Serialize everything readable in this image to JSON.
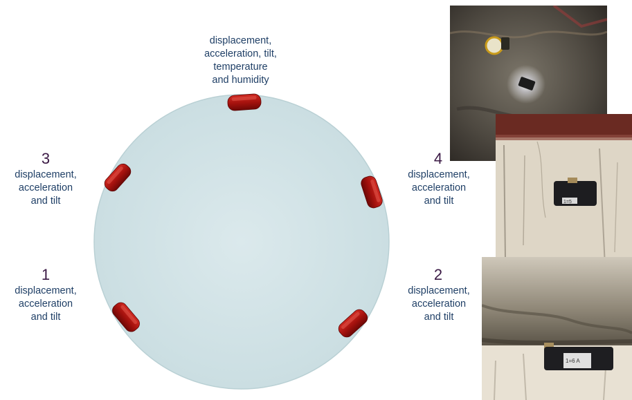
{
  "top_sensor": {
    "lines": [
      "displacement,",
      "acceleration, tilt,",
      "temperature",
      "and humidity"
    ]
  },
  "sensors": [
    {
      "number": "3",
      "lines": [
        "displacement,",
        "acceleration",
        "and tilt"
      ]
    },
    {
      "number": "4",
      "lines": [
        "displacement,",
        "acceleration",
        "and tilt"
      ]
    },
    {
      "number": "1",
      "lines": [
        "displacement,",
        "acceleration",
        "and tilt"
      ]
    },
    {
      "number": "2",
      "lines": [
        "displacement,",
        "acceleration",
        "and tilt"
      ]
    }
  ],
  "photo_labels": [
    "1=5",
    "1=6 A"
  ]
}
